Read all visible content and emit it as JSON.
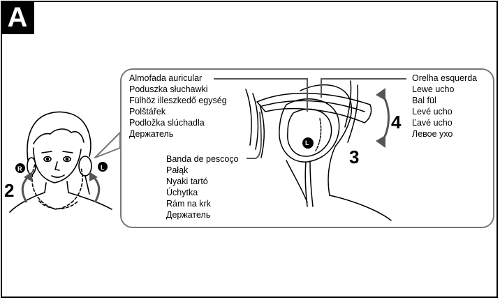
{
  "badge": "A",
  "labels": {
    "ear_pad": [
      "Almofada auricular",
      "Poduszka słuchawki",
      "Fülhöz illeszkedő egység",
      "Polštářek",
      "Podložka slúchadla",
      "Держатель"
    ],
    "neckband": [
      "Banda de pescoço",
      "Pałąk",
      "Nyaki tartó",
      "Úchytka",
      "Rám na krk",
      "Держатель"
    ],
    "left_ear": [
      "Orelha esquerda",
      "Lewe ucho",
      "Bal fül",
      "Levé ucho",
      "Ľavé ucho",
      "Левое ухо"
    ]
  },
  "steps": {
    "two": "2",
    "three": "3",
    "four": "4"
  },
  "markers": {
    "right": "R",
    "left": "L"
  }
}
